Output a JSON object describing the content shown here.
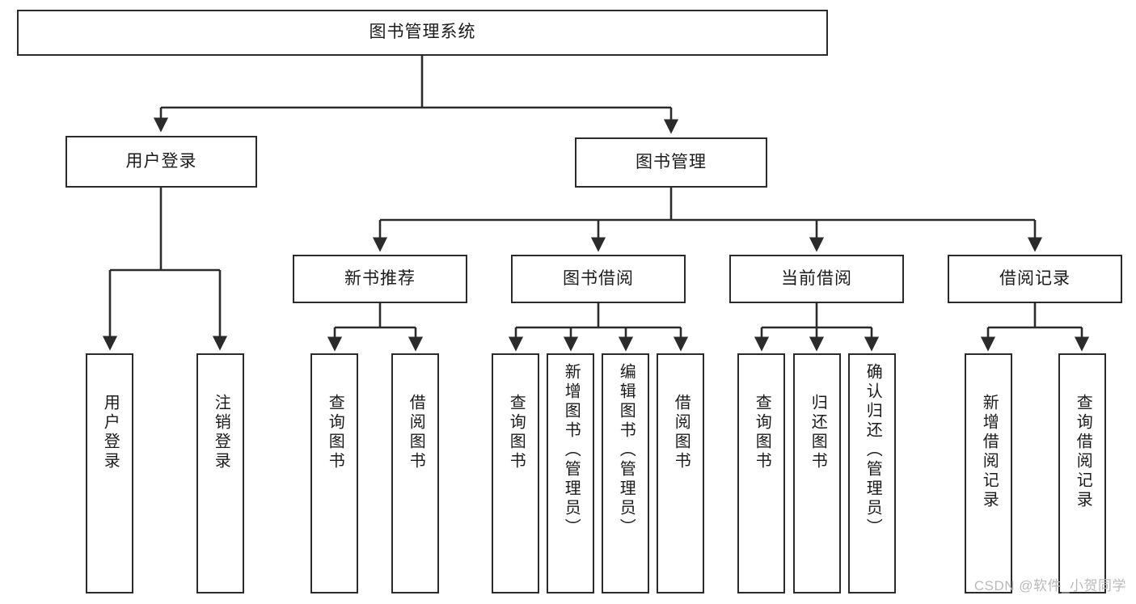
{
  "diagram": {
    "title": "图书管理系统",
    "type": "tree-hierarchy-chart",
    "root": {
      "label": "图书管理系统"
    },
    "level2": [
      {
        "label": "用户登录"
      },
      {
        "label": "图书管理"
      }
    ],
    "level3": [
      {
        "label": "新书推荐"
      },
      {
        "label": "图书借阅"
      },
      {
        "label": "当前借阅"
      },
      {
        "label": "借阅记录"
      }
    ],
    "leaves": {
      "user_login": [
        {
          "label": "用户登录"
        },
        {
          "label": "注销登录"
        }
      ],
      "new_book_recommend": [
        {
          "label": "查询图书"
        },
        {
          "label": "借阅图书"
        }
      ],
      "book_borrow": [
        {
          "label": "查询图书"
        },
        {
          "label": "新增图书（管理员）"
        },
        {
          "label": "编辑图书（管理员）"
        },
        {
          "label": "借阅图书"
        }
      ],
      "current_borrow": [
        {
          "label": "查询图书"
        },
        {
          "label": "归还图书"
        },
        {
          "label": "确认归还（管理员）"
        }
      ],
      "borrow_record": [
        {
          "label": "新增借阅记录"
        },
        {
          "label": "查询借阅记录"
        }
      ]
    },
    "watermark": "CSDN @软件_小贺同学",
    "colors": {
      "stroke": "#2b2b2b",
      "fill": "#ffffff",
      "text": "#1b1b1b",
      "watermark": "#b9b9b9"
    }
  }
}
